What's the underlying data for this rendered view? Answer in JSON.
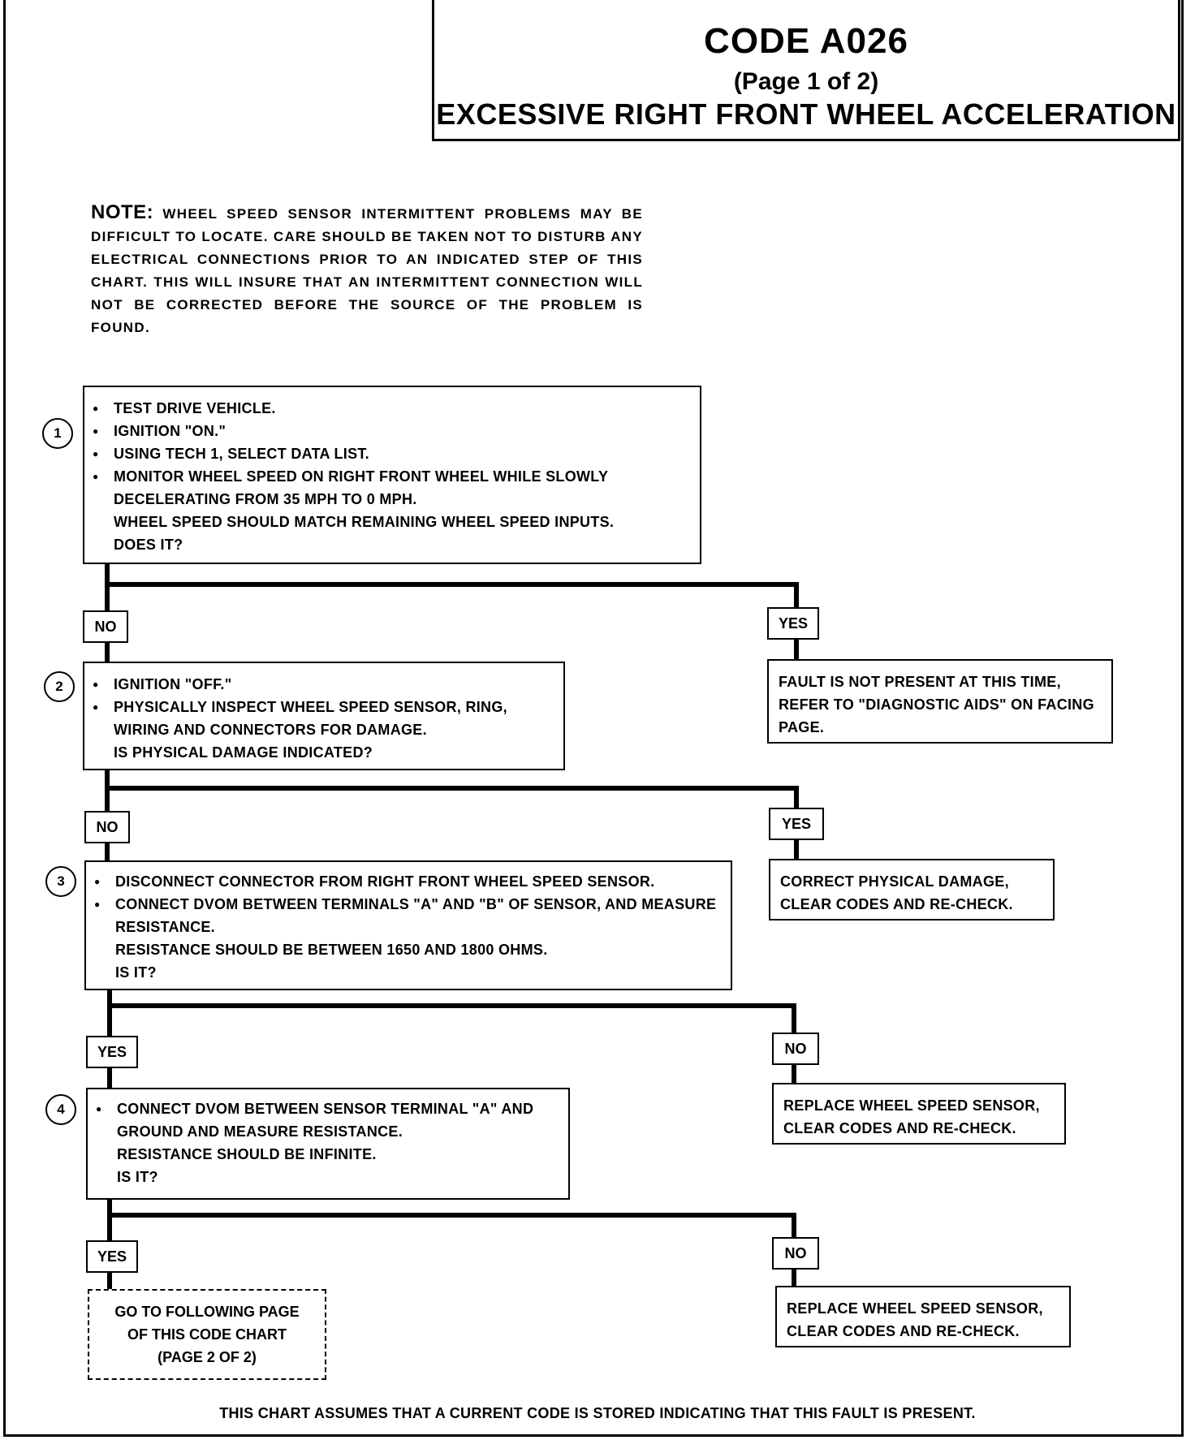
{
  "header": {
    "code": "CODE A026",
    "page": "(Page 1 of 2)",
    "title": "EXCESSIVE RIGHT FRONT WHEEL ACCELERATION"
  },
  "note": {
    "label": "NOTE:",
    "text": "WHEEL SPEED SENSOR INTERMITTENT PROBLEMS MAY BE DIFFICULT TO LOCATE.  CARE SHOULD BE TAKEN NOT TO DISTURB ANY ELECTRICAL CONNECTIONS PRIOR TO AN INDICATED STEP OF THIS CHART.  THIS WILL INSURE THAT AN INTERMITTENT CONNECTION WILL NOT BE CORRECTED BEFORE THE SOURCE OF THE PROBLEM IS FOUND."
  },
  "steps": [
    {
      "number": "1",
      "bullets": [
        "TEST DRIVE VEHICLE.",
        "IGNITION \"ON.\"",
        "USING TECH 1, SELECT DATA LIST.",
        "MONITOR WHEEL SPEED ON RIGHT FRONT WHEEL WHILE SLOWLY DECELERATING FROM 35 MPH TO 0 MPH."
      ],
      "question_lines": [
        "WHEEL SPEED SHOULD MATCH REMAINING WHEEL SPEED INPUTS.",
        "DOES IT?"
      ]
    },
    {
      "number": "2",
      "bullets": [
        "IGNITION \"OFF.\"",
        "PHYSICALLY INSPECT WHEEL SPEED SENSOR, RING, WIRING AND CONNECTORS FOR DAMAGE."
      ],
      "question_lines": [
        "IS PHYSICAL DAMAGE INDICATED?"
      ]
    },
    {
      "number": "3",
      "bullets": [
        "DISCONNECT CONNECTOR FROM RIGHT FRONT WHEEL SPEED SENSOR.",
        "CONNECT DVOM BETWEEN TERMINALS \"A\" AND \"B\" OF SENSOR, AND MEASURE RESISTANCE."
      ],
      "question_lines": [
        "RESISTANCE SHOULD BE BETWEEN 1650 AND 1800 OHMS.",
        "IS IT?"
      ]
    },
    {
      "number": "4",
      "bullets": [
        "CONNECT DVOM BETWEEN SENSOR TERMINAL \"A\" AND GROUND AND MEASURE RESISTANCE."
      ],
      "question_lines": [
        "RESISTANCE SHOULD BE INFINITE.",
        "IS IT?"
      ]
    }
  ],
  "branches": {
    "b1_left": "NO",
    "b1_right": "YES",
    "b2_left": "NO",
    "b2_right": "YES",
    "b3_left": "YES",
    "b3_right": "NO",
    "b4_left": "YES",
    "b4_right": "NO"
  },
  "results": {
    "r1": "FAULT IS NOT PRESENT AT THIS TIME, REFER TO \"DIAGNOSTIC AIDS\" ON FACING PAGE.",
    "r2": "CORRECT PHYSICAL DAMAGE, CLEAR CODES AND RE-CHECK.",
    "r3": "REPLACE WHEEL SPEED SENSOR, CLEAR CODES AND RE-CHECK.",
    "r4": "REPLACE WHEEL SPEED SENSOR, CLEAR CODES AND RE-CHECK.",
    "goto": "GO TO FOLLOWING PAGE OF THIS CODE CHART (PAGE 2 OF 2)"
  },
  "footer": "THIS CHART ASSUMES THAT A CURRENT CODE IS STORED INDICATING THAT THIS FAULT IS PRESENT."
}
